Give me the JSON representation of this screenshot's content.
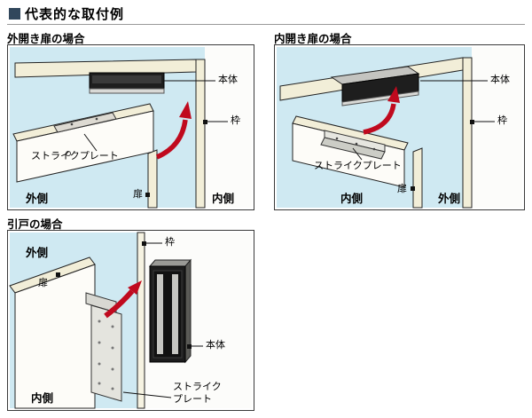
{
  "page_title": "代表的な取付例",
  "panels": {
    "outward": {
      "heading": "外開き扉の場合",
      "labels": {
        "body": "本体",
        "frame": "枠",
        "strike_plate": "ストライクプレート",
        "door": "扉",
        "outside": "外側",
        "inside": "内側"
      }
    },
    "inward": {
      "heading": "内開き扉の場合",
      "labels": {
        "body": "本体",
        "frame": "枠",
        "strike_plate": "ストライクプレート",
        "door": "扉",
        "outside": "外側",
        "inside": "内側"
      }
    },
    "sliding": {
      "heading": "引戸の場合",
      "labels": {
        "body": "本体",
        "frame": "枠",
        "strike_plate_line1": "ストライク",
        "strike_plate_line2": "プレート",
        "door": "扉",
        "outside": "外側",
        "inside": "内側"
      }
    }
  },
  "colors": {
    "background_blue": "#cfe9f2",
    "wall_cream": "#f2eed8",
    "arrow_red": "#c00a1e",
    "title_marker": "#31475c",
    "lock_body_dark": "#1e1e1e"
  }
}
